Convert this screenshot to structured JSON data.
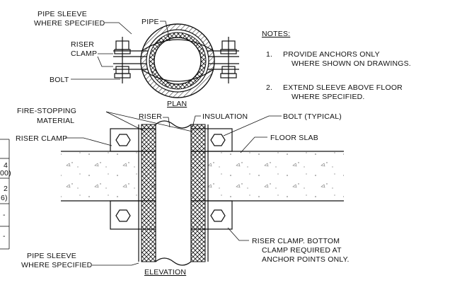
{
  "plan": {
    "title": "PLAN",
    "labels": {
      "pipe_sleeve_1": "PIPE SLEEVE",
      "pipe_sleeve_2": "WHERE SPECIFIED",
      "pipe": "PIPE",
      "riser_clamp_1": "RISER",
      "riser_clamp_2": "CLAMP",
      "bolt": "BOLT"
    }
  },
  "notes": {
    "heading": "NOTES:",
    "items": [
      {
        "num": "1.",
        "line1": "PROVIDE ANCHORS ONLY",
        "line2": "WHERE SHOWN ON DRAWINGS."
      },
      {
        "num": "2.",
        "line1": "EXTEND SLEEVE ABOVE FLOOR",
        "line2": "WHERE SPECIFIED."
      }
    ]
  },
  "elevation": {
    "title": "ELEVATION",
    "labels": {
      "fire_stopping_1": "FIRE-STOPPING",
      "fire_stopping_2": "MATERIAL",
      "riser": "RISER",
      "insulation": "INSULATION",
      "bolt_typical": "BOLT (TYPICAL)",
      "riser_clamp": "RISER CLAMP",
      "floor_slab": "FLOOR SLAB",
      "pipe_sleeve_1": "PIPE SLEEVE",
      "pipe_sleeve_2": "WHERE SPECIFIED",
      "bottom_clamp_1": "RISER CLAMP. BOTTOM",
      "bottom_clamp_2": "CLAMP REQUIRED AT",
      "bottom_clamp_3": "ANCHOR POINTS ONLY."
    }
  },
  "table_fragment": {
    "cells": [
      "4",
      "00)",
      "2",
      "6)",
      "-",
      "-"
    ]
  }
}
